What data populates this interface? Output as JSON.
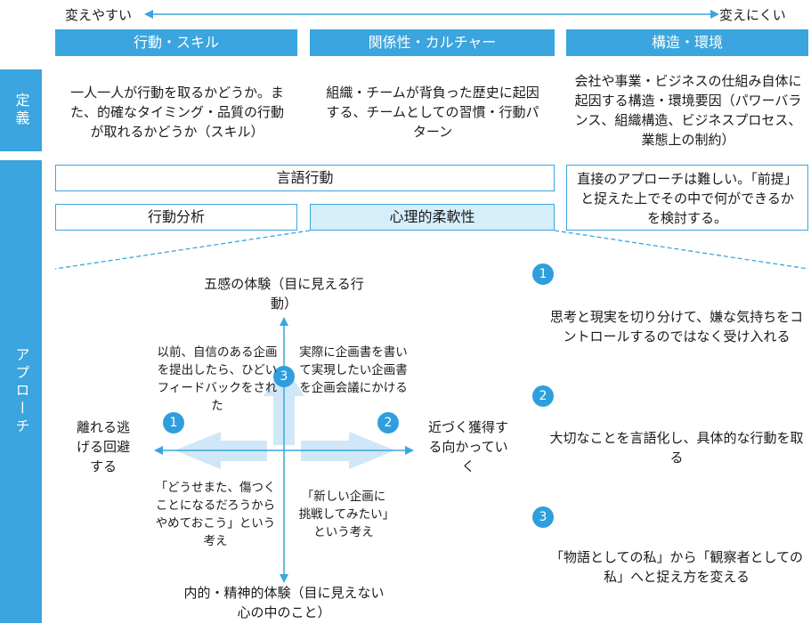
{
  "scale": {
    "left_label": "変えやすい",
    "right_label": "変えにくい"
  },
  "columns": [
    {
      "header": "行動・スキル",
      "definition": "一人一人が行動を取るかどうか。また、的確なタイミング・品質の行動が取れるかどうか（スキル）"
    },
    {
      "header": "関係性・カルチャー",
      "definition": "組織・チームが背負った歴史に起因する、チームとしての習慣・行動パターン"
    },
    {
      "header": "構造・環境",
      "definition": "会社や事業・ビジネスの仕組み自体に起因する構造・環境要因（パワーバランス、組織構造、ビジネスプロセス、業態上の制約）"
    }
  ],
  "side_labels": {
    "definition": "定義",
    "approach": "アプローチ"
  },
  "approach_boxes": {
    "verbal": "言語行動",
    "behavior_analysis": "行動分析",
    "psych_flex": "心理的柔軟性",
    "structure_note": "直接のアプローチは難しい。「前提」と捉えた上でその中で何ができるかを検討する。"
  },
  "diagram": {
    "top_label": "五感の体験（目に見える行動）",
    "bottom_label": "内的・精神的体験（目に見えない心の中のこと）",
    "left_label": "離れる逃げる回避する",
    "right_label": "近づく獲得する向かっていく",
    "q_top_left": "以前、自信のある企画を提出したら、ひどいフィードバックをされた",
    "q_top_right": "実際に企画書を書いて実現したい企画書を企画会議にかける",
    "q_bottom_left": "「どうせまた、傷つくことになるだろうからやめておこう」という考え",
    "q_bottom_right": "「新しい企画に挑戦してみたい」という考え",
    "badge_left": "1",
    "badge_right": "2",
    "badge_top": "3"
  },
  "steps": [
    {
      "num": "1",
      "text": "思考と現実を切り分けて、嫌な気持ちをコントロールするのではなく受け入れる"
    },
    {
      "num": "2",
      "text": "大切なことを言語化し、具体的な行動を取る"
    },
    {
      "num": "3",
      "text": "「物語としての私」から「観察者としての私」へと捉え方を変える"
    }
  ],
  "colors": {
    "accent": "#3aa5de",
    "light_fill": "#d6eef9",
    "arrow_fill": "#cfe7f6"
  }
}
